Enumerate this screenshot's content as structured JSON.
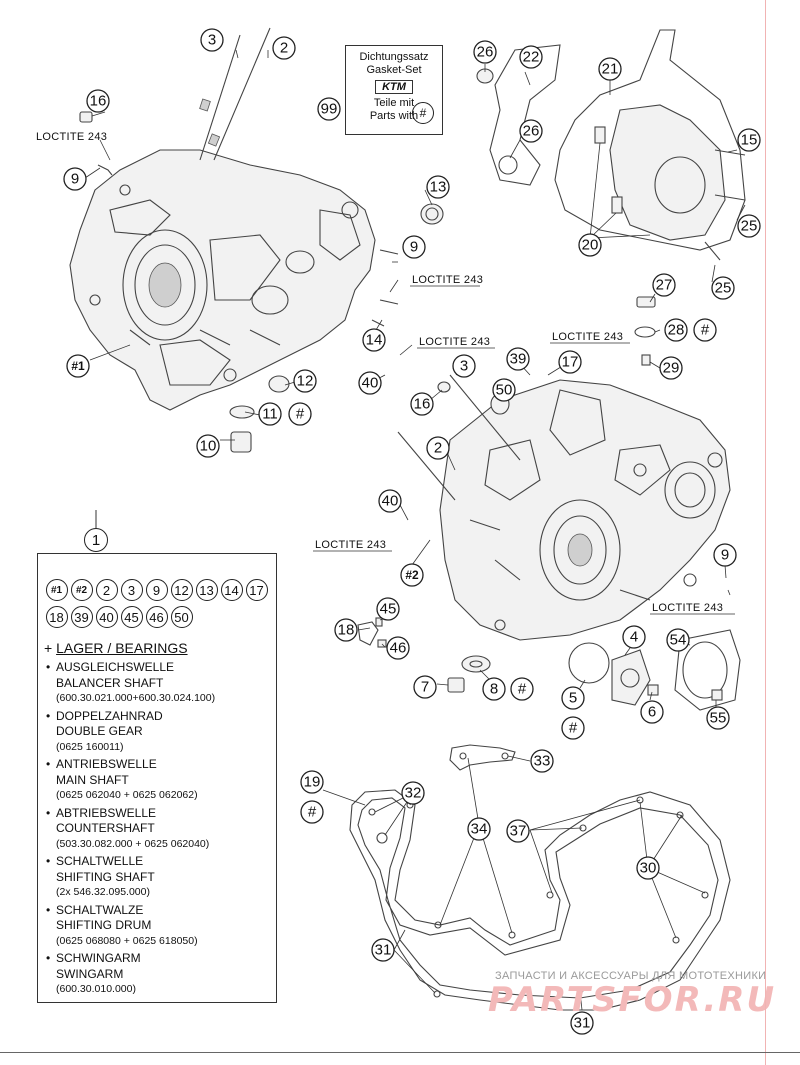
{
  "gasket_box": {
    "line1": "Dichtungssatz",
    "line2": "Gasket-Set",
    "logo": "KTM",
    "line3": "Teile mit",
    "line4": "Parts with",
    "marker": "#"
  },
  "loctite_label": "LOCTITE 243",
  "callouts": {
    "c1": "1",
    "c2a": "2",
    "c2b": "2",
    "c3a": "3",
    "c3b": "3",
    "c4": "4",
    "c5": "5",
    "c6": "6",
    "c7": "7",
    "c8": "8",
    "c9a": "9",
    "c9b": "9",
    "c9c": "9",
    "c10": "10",
    "c11": "11",
    "c12": "12",
    "c13": "13",
    "c14": "14",
    "c15": "15",
    "c16a": "16",
    "c16b": "16",
    "c17": "17",
    "c18": "18",
    "c19": "19",
    "c20": "20",
    "c21": "21",
    "c22": "22",
    "c25a": "25",
    "c25b": "25",
    "c26a": "26",
    "c26b": "26",
    "c27": "27",
    "c28": "28",
    "c29": "29",
    "c30": "30",
    "c31a": "31",
    "c31b": "31",
    "c32": "32",
    "c33": "33",
    "c34": "34",
    "c37": "37",
    "c39": "39",
    "c40a": "40",
    "c40b": "40",
    "c45": "45",
    "c46": "46",
    "c50": "50",
    "c54": "54",
    "c55": "55",
    "c99": "99",
    "h1": "#1",
    "h2": "#2",
    "hash11": "#",
    "hash28": "#",
    "hash8": "#",
    "hash5": "#",
    "hash19": "#"
  },
  "legend": {
    "number": "1",
    "chips": [
      "#1",
      "#2",
      "2",
      "3",
      "9",
      "12",
      "13",
      "14",
      "17",
      "18",
      "39",
      "40",
      "45",
      "46",
      "50"
    ],
    "header_plus": "+",
    "header": "LAGER / BEARINGS",
    "bullet": "•",
    "items": [
      {
        "de": "AUSGLEICHSWELLE",
        "en": "BALANCER SHAFT",
        "num": "(600.30.021.000+600.30.024.100)"
      },
      {
        "de": "DOPPELZAHNRAD",
        "en": "DOUBLE GEAR",
        "num": "(0625 160011)"
      },
      {
        "de": "ANTRIEBSWELLE",
        "en": "MAIN SHAFT",
        "num": "(0625 062040 + 0625 062062)"
      },
      {
        "de": "ABTRIEBSWELLE",
        "en": "COUNTERSHAFT",
        "num": "(503.30.082.000 + 0625 062040)"
      },
      {
        "de": "SCHALTWELLE",
        "en": "SHIFTING SHAFT",
        "num": "(2x 546.32.095.000)"
      },
      {
        "de": "SCHALTWALZE",
        "en": "SHIFTING DRUM",
        "num": "(0625 068080 + 0625 618050)"
      },
      {
        "de": "SCHWINGARM",
        "en": "SWINGARM",
        "num": "(600.30.010.000)"
      }
    ]
  },
  "watermark": {
    "line1": "ЗАПЧАСТИ И АКСЕССУАРЫ ДЛЯ МОТОТЕХНИКИ",
    "line2": "PARTSFOR.RU"
  }
}
